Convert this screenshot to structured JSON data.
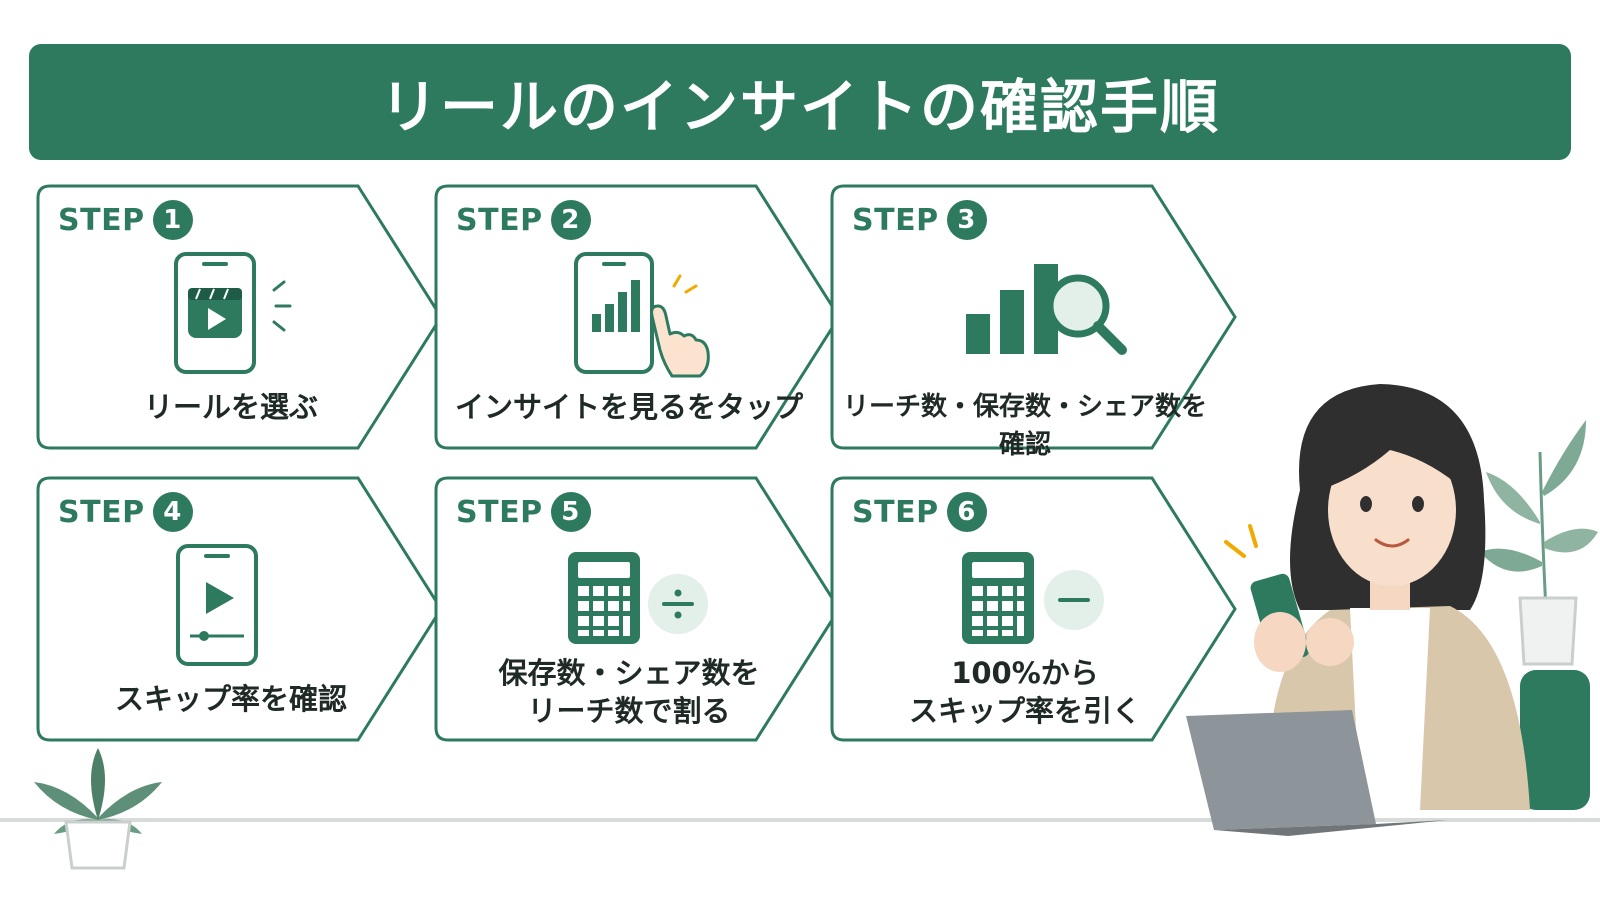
{
  "title": "リールのインサイトの確認手順",
  "step_prefix": "STEP",
  "steps": [
    {
      "number": "1",
      "text_lines": [
        "リールを選ぶ"
      ],
      "icon": "phone-reel-icon"
    },
    {
      "number": "2",
      "text_lines": [
        "インサイトを見るをタップ"
      ],
      "icon": "phone-tap-chart-icon"
    },
    {
      "number": "3",
      "text_lines": [
        "リーチ数・保存数・シェア数を確認"
      ],
      "icon": "bar-chart-magnifier-icon"
    },
    {
      "number": "4",
      "text_lines": [
        "スキップ率を確認"
      ],
      "icon": "phone-play-icon"
    },
    {
      "number": "5",
      "text_lines": [
        "保存数・シェア数を",
        "リーチ数で割る"
      ],
      "icon": "calculator-divide-icon"
    },
    {
      "number": "6",
      "text_lines": [
        "100%から",
        "スキップ率を引く"
      ],
      "icon": "calculator-minus-icon"
    }
  ],
  "colors": {
    "primary": "#2d7a5f",
    "accent": "#f2a900",
    "text": "#1f2a26",
    "light_green": "#e3efe9"
  }
}
